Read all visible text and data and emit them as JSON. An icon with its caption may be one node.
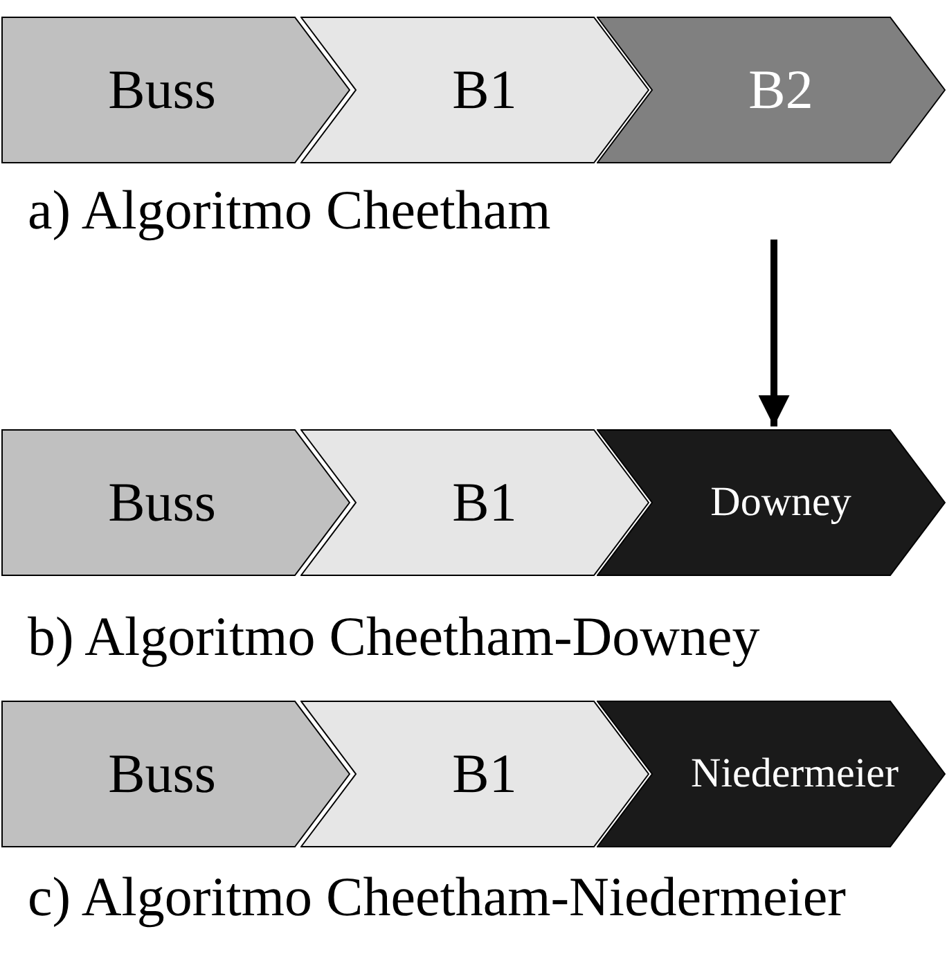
{
  "diagram": {
    "nodes": [
      {
        "text": [
          "Buss"
        ]
      },
      {
        "text": [
          "B1"
        ]
      },
      {
        "text": [
          "B2"
        ]
      },
      {
        "text": [
          "Buss"
        ]
      },
      {
        "text": [
          "B1"
        ]
      },
      {
        "text": [
          "Downey"
        ]
      },
      {
        "text": [
          "Buss"
        ]
      },
      {
        "text": [
          "B1"
        ]
      },
      {
        "text": [
          "Niedermeier"
        ]
      }
    ],
    "edges": [
      {
        "from": 2,
        "to": 5,
        "arrow": "to"
      }
    ],
    "labels": [
      "a) Algoritmo Cheetham",
      "b) Algoritmo Cheetham-Downey",
      "c) Algoritmo Cheetham-Niedermeier"
    ]
  }
}
